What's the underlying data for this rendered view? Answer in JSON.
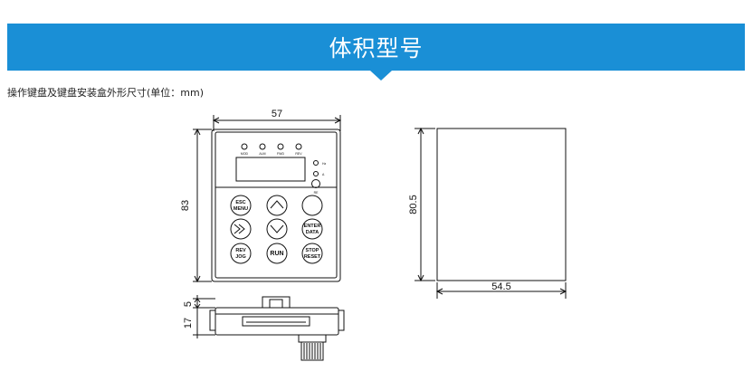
{
  "banner": {
    "title": "体积型号"
  },
  "caption": "操作键盘及键盘安装盒外形尺寸(单位：mm)",
  "keypad": {
    "width_dim": "57",
    "height_dim": "83",
    "leds": [
      "MOD",
      "ALM",
      "FWD",
      "REV"
    ],
    "side_indicator": "Hz",
    "side_indicator2": "A",
    "pot_label": "RE",
    "keys": {
      "esc_top": "ESC",
      "esc_bottom": "MENU",
      "enter_top": "ENTER",
      "enter_bottom": "DATA",
      "rev_top": "REV",
      "rev_bottom": "JOG",
      "run": "RUN",
      "stop_top": "STOP",
      "stop_bottom": "RESET"
    }
  },
  "side_view": {
    "dim_a": "5",
    "dim_b": "17"
  },
  "box": {
    "width_dim": "54.5",
    "height_dim": "80.5"
  }
}
